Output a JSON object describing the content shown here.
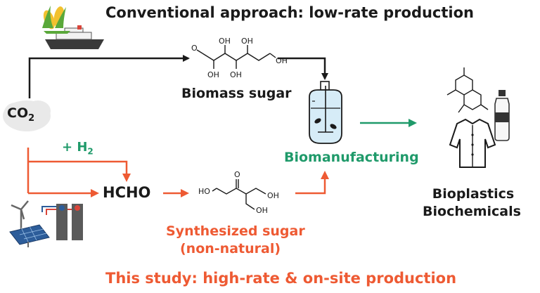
{
  "title_top": "Conventional approach: low-rate production",
  "title_bottom": "This study: high-rate & on-site production",
  "biomass_label": "Biomass sugar",
  "synthesized_line1": "Synthesized sugar",
  "synthesized_line2": "(non-natural)",
  "biomanufacturing_label": "Biomanufacturing",
  "products_line1": "Bioplastics",
  "products_line2": "Biochemicals",
  "hcho_label": "HCHO",
  "h2_label": "+ H",
  "h2_sub": "2",
  "co2_label": "CO",
  "co2_sub": "2",
  "glucose_groups": {
    "oh1": "OH",
    "oh2": "OH",
    "oh3": "OH",
    "oh4": "OH",
    "oh5": "OH",
    "o": "O"
  },
  "dihydroxy_groups": {
    "o": "O",
    "ho": "HO",
    "oh1": "OH",
    "oh2": "OH"
  },
  "colors": {
    "orange": "#ee5a33",
    "green": "#1f9a6a",
    "dark": "#1a1a1a"
  }
}
